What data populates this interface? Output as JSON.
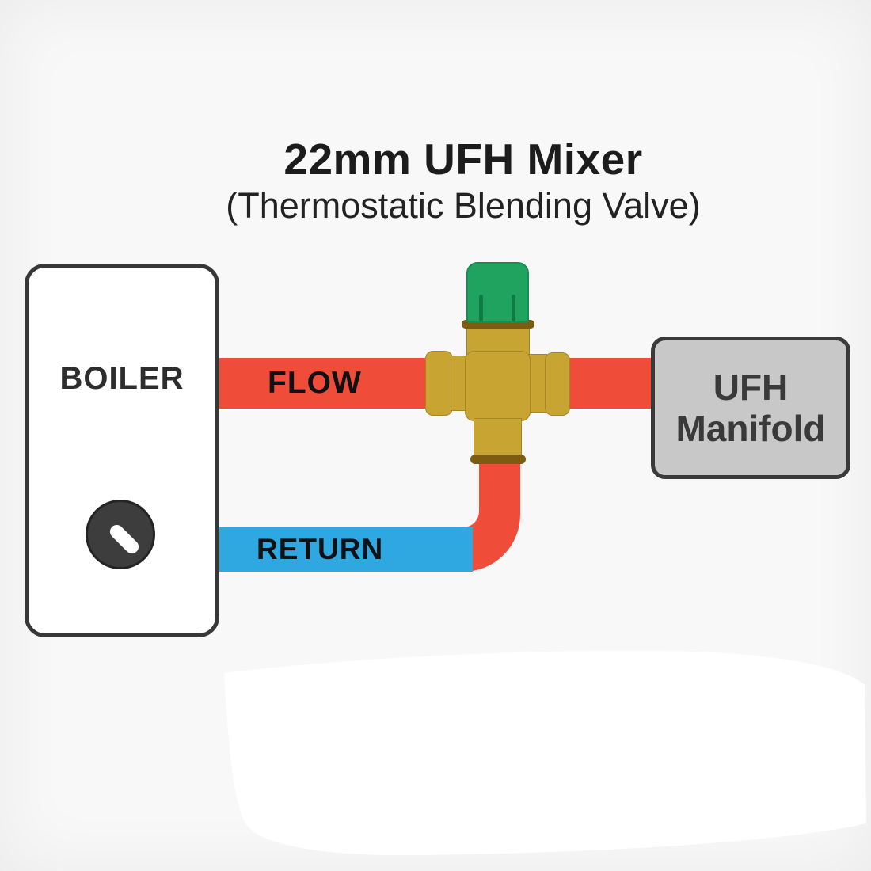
{
  "title": {
    "line1": "22mm UFH Mixer",
    "line2": "(Thermostatic Blending Valve)"
  },
  "boiler": {
    "label": "BOILER",
    "knob_icon": "dial-knob"
  },
  "pipes": {
    "flow_label": "FLOW",
    "return_label": "RETURN"
  },
  "manifold": {
    "line1": "UFH",
    "line2": "Manifold"
  },
  "valve": {
    "type": "thermostatic-mixing-valve",
    "cap_icon": "green-thermostat-cap"
  },
  "colors": {
    "background": "#f8f8f8",
    "flow_red": "#ef4c3a",
    "return_blue": "#2fa7e0",
    "brass": "#c8a433",
    "brass_dark": "#7c5c12",
    "valve_green": "#1fa35f",
    "valve_green_dark": "#0e7d45",
    "boiler_border": "#383838",
    "manifold_fill": "#c8c8c8",
    "knob_fill": "#3d3d3d",
    "text_dark": "#1c1c1c"
  }
}
